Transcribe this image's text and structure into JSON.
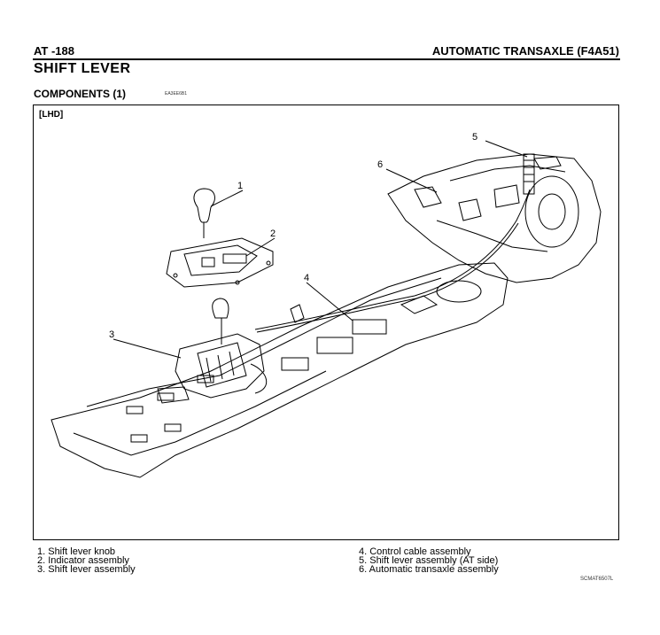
{
  "header": {
    "page_number": "AT -188",
    "chapter": "AUTOMATIC TRANSAXLE (F4A51)"
  },
  "page_title": "SHIFT LEVER",
  "section": {
    "title": "COMPONENTS (1)",
    "code": "EA3EE6B1"
  },
  "figure": {
    "variant_tag": "[LHD]",
    "callouts": [
      "1",
      "2",
      "3",
      "4",
      "5",
      "6"
    ],
    "code": "SCMAT6507L"
  },
  "legend": {
    "left": [
      "1.  Shift lever knob",
      "2.  Indicator assembly",
      "3.  Shift lever assembly"
    ],
    "right": [
      "4.  Control cable assembly",
      "5.  Shift lever assembly (AT side)",
      "6.  Automatic transaxle assembly"
    ]
  }
}
